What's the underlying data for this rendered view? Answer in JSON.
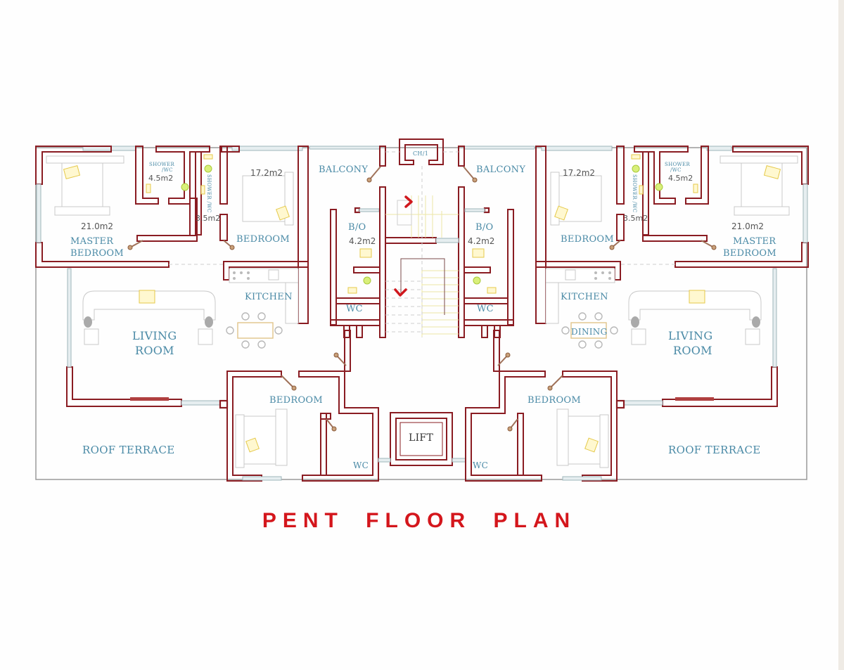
{
  "title": "PENT FLOOR PLAN",
  "colors": {
    "wall": "#8a1c22",
    "label": "#4a8aa6",
    "title": "#d4161c",
    "window": "#9fb5ba",
    "stairs": "#ece6a6"
  },
  "left_unit": {
    "master_bedroom": {
      "label_line1": "MASTER",
      "label_line2": "BEDROOM",
      "area": "21.0m2"
    },
    "shower_wc": {
      "label_line1": "SHOWER",
      "label_line2": "/WC",
      "area": "4.5m2"
    },
    "small_shower_wc": {
      "label": "SHOWER /WC",
      "area": "3.5m2"
    },
    "bedroom_top": {
      "label": "BEDROOM",
      "area": "17.2m2"
    },
    "balcony": {
      "label": "BALCONY"
    },
    "bo": {
      "label": "B/O",
      "area": "4.2m2"
    },
    "wc_small": {
      "label": "WC"
    },
    "kitchen": {
      "label": "KITCHEN"
    },
    "living_room": {
      "label_line1": "LIVING",
      "label_line2": "ROOM"
    },
    "bedroom_bottom": {
      "label": "BEDROOM"
    },
    "wc_bottom": {
      "label": "WC"
    },
    "roof_terrace": {
      "label": "ROOF TERRACE"
    }
  },
  "right_unit": {
    "master_bedroom": {
      "label_line1": "MASTER",
      "label_line2": "BEDROOM",
      "area": "21.0m2"
    },
    "shower_wc": {
      "label_line1": "SHOWER",
      "label_line2": "/WC",
      "area": "4.5m2"
    },
    "small_shower_wc": {
      "label": "SHOWER /WC",
      "area": "3.5m2"
    },
    "bedroom_top": {
      "label": "BEDROOM",
      "area": "17.2m2"
    },
    "balcony": {
      "label": "BALCONY"
    },
    "bo": {
      "label": "B/O",
      "area": "4.2m2"
    },
    "wc_small": {
      "label": "WC"
    },
    "kitchen": {
      "label": "KITCHEN"
    },
    "dining": {
      "label": "DINING"
    },
    "living_room": {
      "label_line1": "LIVING",
      "label_line2": "ROOM"
    },
    "bedroom_bottom": {
      "label": "BEDROOM"
    },
    "wc_bottom": {
      "label": "WC"
    },
    "roof_terrace": {
      "label": "ROOF TERRACE"
    }
  },
  "core": {
    "chimney": {
      "label": "CH/1"
    },
    "lift": {
      "label": "LIFT"
    }
  }
}
